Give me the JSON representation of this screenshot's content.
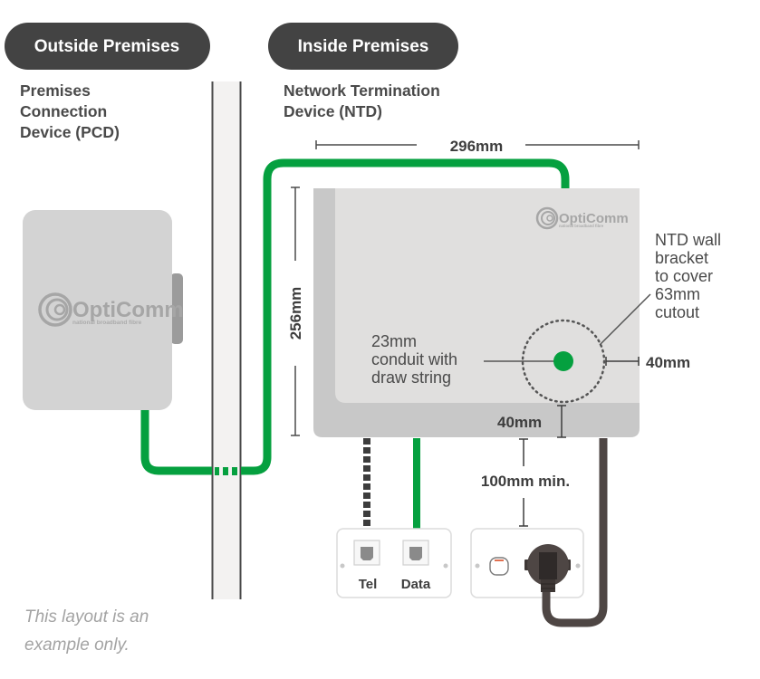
{
  "zones": {
    "outside": {
      "label": "Outside Premises"
    },
    "inside": {
      "label": "Inside Premises"
    }
  },
  "pcd": {
    "title_lines": [
      "Premises",
      "Connection",
      "Device (PCD)"
    ],
    "logo": {
      "name": "OptiComm",
      "tagline": "national broadband fibre"
    }
  },
  "ntd": {
    "title_lines": [
      "Network Termination",
      "Device (NTD)"
    ],
    "logo": {
      "name": "OptiComm",
      "tagline": "national broadband fibre"
    }
  },
  "dimensions": {
    "width": "296mm",
    "height": "256mm",
    "right_clearance": "40mm",
    "bottom_clearance": "40mm",
    "outlet_gap": "100mm min."
  },
  "annotations": {
    "conduit": [
      "23mm",
      "conduit with",
      "draw string"
    ],
    "bracket": [
      "NTD wall",
      "bracket",
      "to cover",
      "63mm",
      "cutout"
    ]
  },
  "wall_plate": {
    "jacks": [
      {
        "label": "Tel"
      },
      {
        "label": "Data"
      }
    ]
  },
  "disclaimer": [
    "This layout is an",
    "example only."
  ],
  "colors": {
    "fibre_green": "#05a03f",
    "pill_dark": "#434343",
    "device_grey": "#d3d3d3",
    "ntd_face": "#e0dfde",
    "ntd_frame": "#c8c8c8",
    "wall_fill": "#f3f2f1",
    "power_cable": "#4e4644"
  }
}
